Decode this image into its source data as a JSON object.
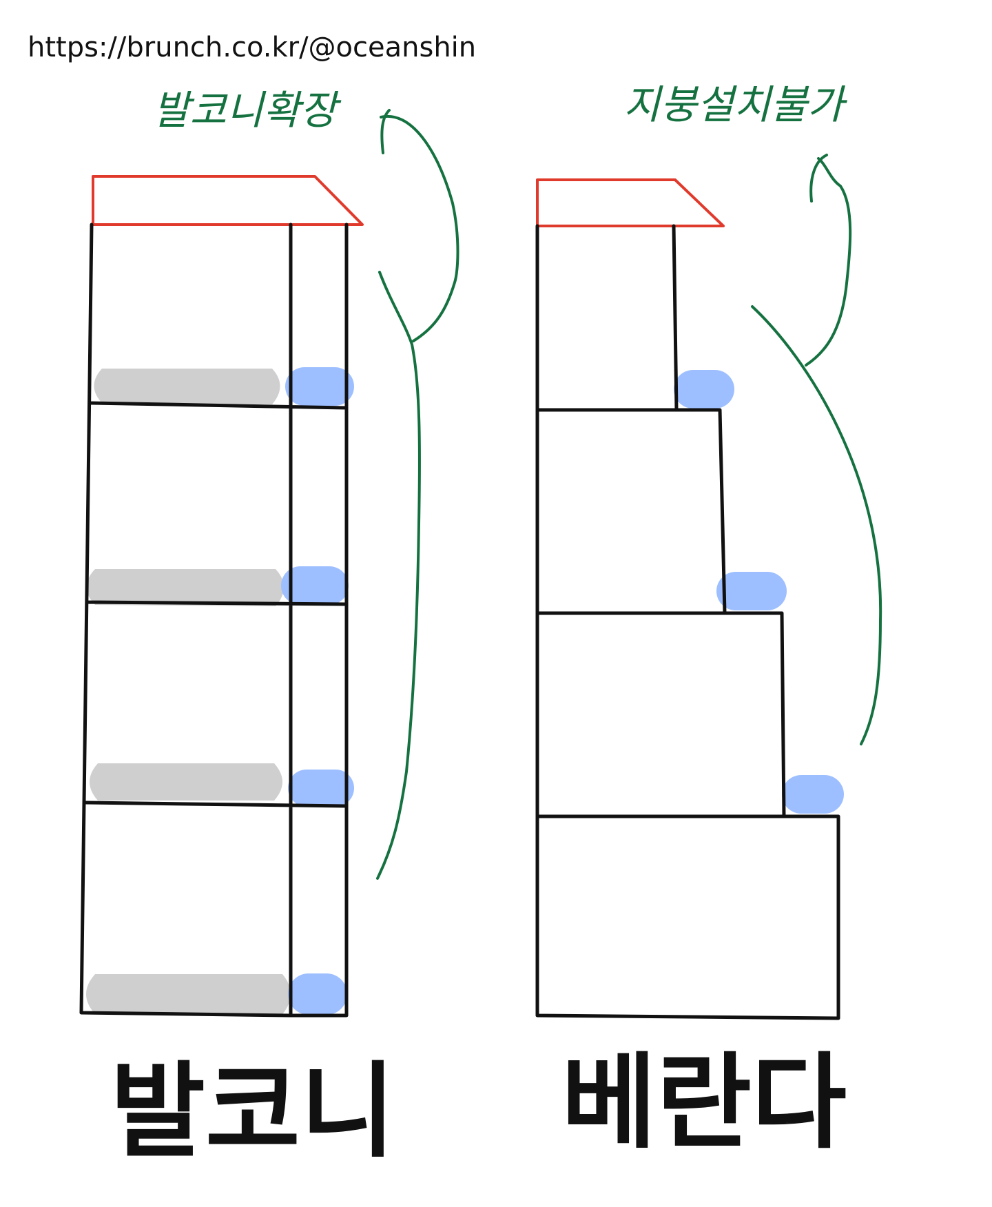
{
  "source_url": "https://brunch.co.kr/@oceanshin",
  "colors": {
    "frame": "#111111",
    "roof": "#e03a2c",
    "annotation": "#157240",
    "floor_slab": "#cfcfcf",
    "railing": "#9ebfff"
  },
  "left": {
    "caption": "발코니",
    "note": "발코니확장"
  },
  "right": {
    "caption": "베란다",
    "note": "지붕설치불가"
  }
}
